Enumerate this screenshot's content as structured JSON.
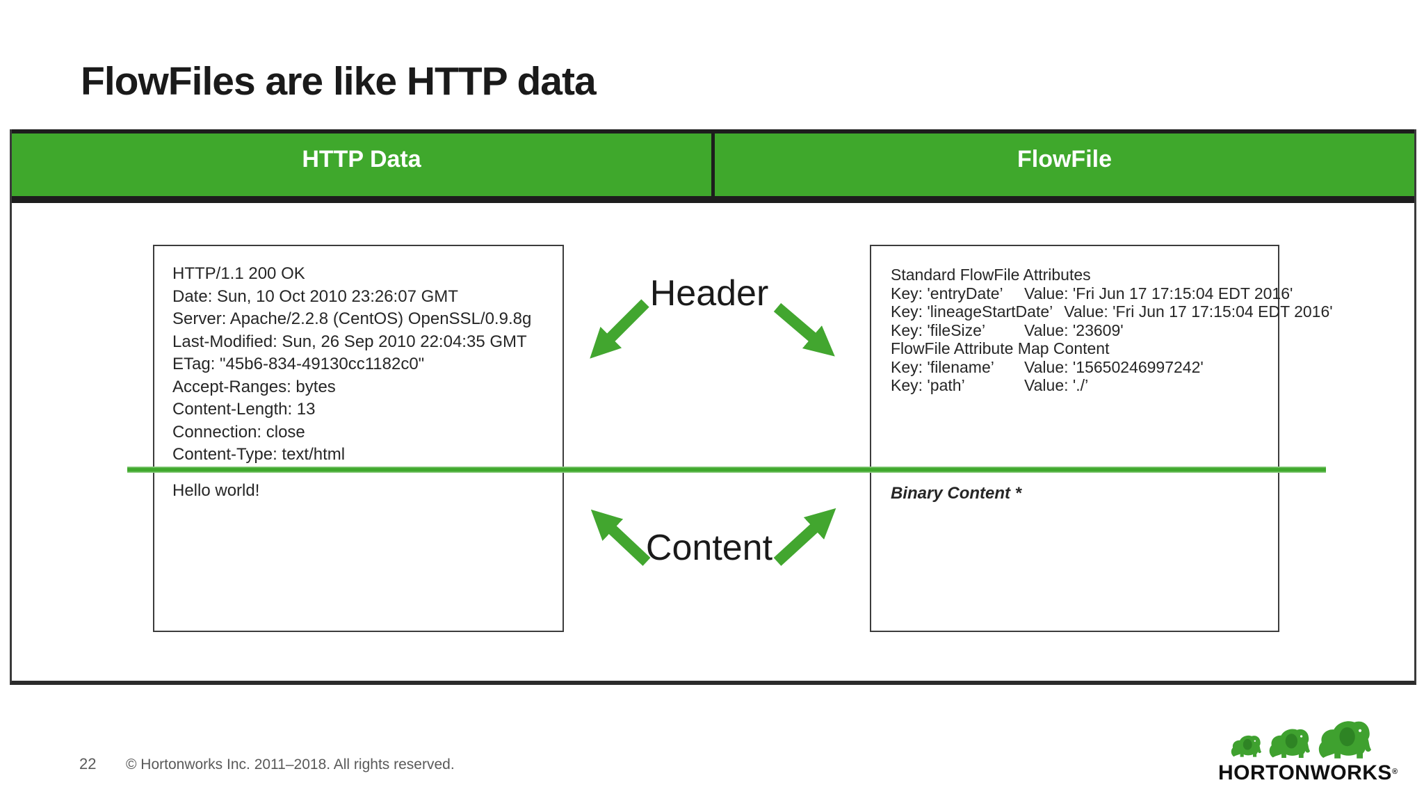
{
  "slide": {
    "title": "FlowFiles are like HTTP data",
    "page_number": "22",
    "copyright": "© Hortonworks Inc. 2011–2018. All rights reserved."
  },
  "colors": {
    "brand_green": "#3FA82C",
    "arrow_green": "#42A62F",
    "header_text": "#FFFFFF",
    "border_dark": "#1D1D1D",
    "footer_gray": "#595959"
  },
  "comparison_table": {
    "columns": [
      {
        "label": "HTTP Data"
      },
      {
        "label": "FlowFile"
      }
    ]
  },
  "http_box": {
    "header_lines": [
      "HTTP/1.1 200 OK",
      "Date: Sun, 10 Oct 2010 23:26:07 GMT",
      "Server: Apache/2.2.8 (CentOS) OpenSSL/0.9.8g",
      "Last-Modified: Sun, 26 Sep 2010 22:04:35 GMT",
      "ETag: \"45b6-834-49130cc1182c0\"",
      "Accept-Ranges: bytes",
      "Content-Length: 13",
      "Connection: close",
      "Content-Type: text/html"
    ],
    "content_line": "Hello world!"
  },
  "flowfile_box": {
    "lines": [
      {
        "text": "Standard FlowFile Attributes"
      },
      {
        "key": "Key: 'entryDate’",
        "value": "Value: 'Fri Jun 17 17:15:04 EDT 2016'"
      },
      {
        "key": "Key: 'lineageStartDate’",
        "value": "Value: 'Fri Jun 17 17:15:04 EDT 2016'"
      },
      {
        "key": "Key: 'fileSize’",
        "value": "Value: '23609'"
      },
      {
        "text": "FlowFile Attribute Map Content"
      },
      {
        "key": "Key: 'filename’",
        "value": "Value: '15650246997242'"
      },
      {
        "key": "Key: 'path’",
        "value": "Value: './’"
      }
    ],
    "content_label": "Binary Content *"
  },
  "annotations": {
    "header_label": "Header",
    "content_label": "Content"
  },
  "logo": {
    "text": "HORTONWORKS",
    "registered_mark": "®"
  }
}
